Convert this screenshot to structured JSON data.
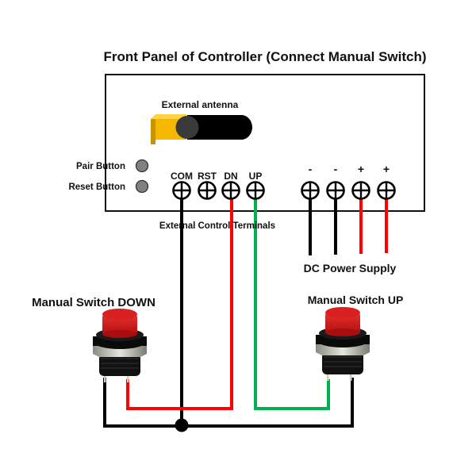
{
  "title": "Front Panel of Controller (Connect Manual Switch)",
  "antenna": {
    "label": "External antenna"
  },
  "buttons": [
    {
      "label": "Pair Button"
    },
    {
      "label": "Reset Button"
    }
  ],
  "control_terminals": {
    "caption": "External Control Terminals",
    "terminals": [
      {
        "label": "COM",
        "wire_color": "#000000"
      },
      {
        "label": "RST",
        "wire_color": ""
      },
      {
        "label": "DN",
        "wire_color": "#ff0000"
      },
      {
        "label": "UP",
        "wire_color": "#00b050"
      }
    ]
  },
  "power_terminals": {
    "caption": "DC Power Supply",
    "terminals": [
      {
        "label": "-",
        "wire_color": "#000000"
      },
      {
        "label": "-",
        "wire_color": "#000000"
      },
      {
        "label": "+",
        "wire_color": "#ff0000"
      },
      {
        "label": "+",
        "wire_color": "#ff0000"
      }
    ]
  },
  "switches": [
    {
      "label": "Manual Switch DOWN"
    },
    {
      "label": "Manual Switch UP"
    }
  ],
  "colors": {
    "wire_black": "#000000",
    "wire_red": "#ff0000",
    "wire_green": "#00b050",
    "antenna_connector": "#f5b800",
    "switch_cap": "#d01818",
    "indicator_button": "#808080"
  }
}
